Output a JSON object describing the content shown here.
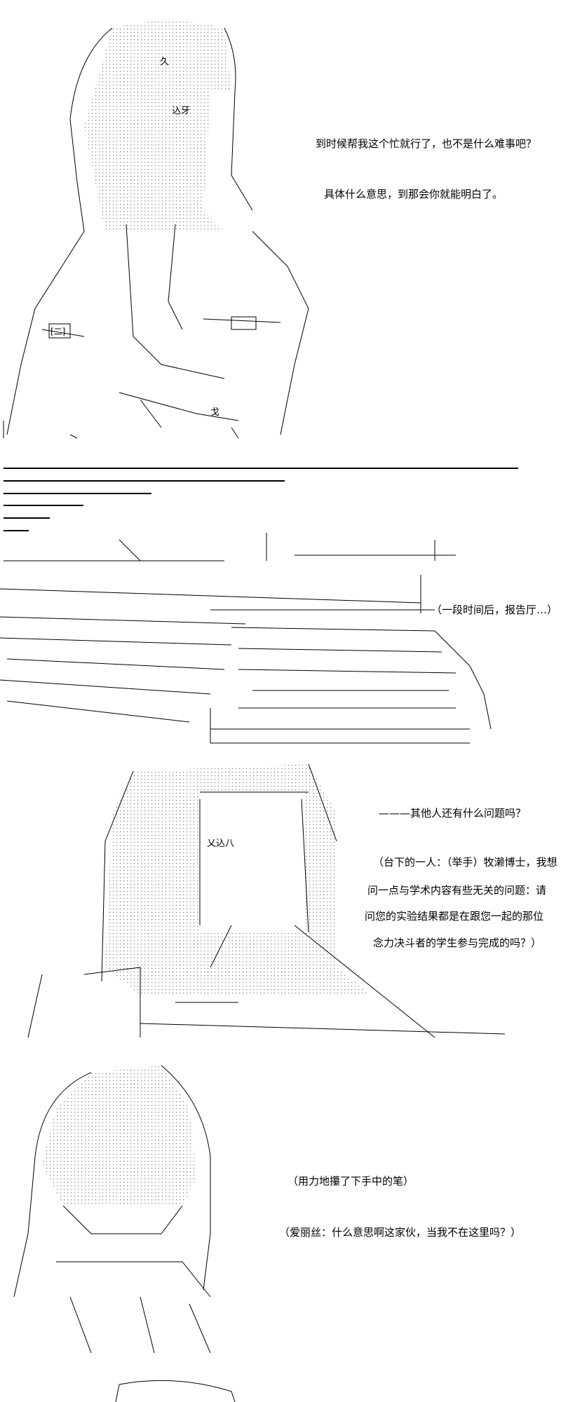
{
  "panel1": {
    "lines": [
      "到时候帮我这个忙就行了，也不是什么难事吧？",
      "具体什么意思，到那会你就能明白了。"
    ],
    "art_text": [
      "久",
      "込牙",
      "[二]",
      "戈"
    ]
  },
  "panel2": {
    "caption": "（一段时间后，报告厅…）"
  },
  "panel3": {
    "lines": [
      "———其他人还有什么问题吗？",
      "（台下的一人：（举手）牧濑博士，我想",
      "问一点与学术内容有些无关的问题：请",
      "问您的实验结果都是在跟您一起的那位",
      "念力决斗者的学生参与完成的吗？）"
    ],
    "art_text": [
      "乂込八"
    ]
  },
  "panel4": {
    "lines": [
      "（用力地攥了下手中的笔）",
      "（爱丽丝：什么意思啊这家伙，当我不在这里吗？）"
    ]
  }
}
